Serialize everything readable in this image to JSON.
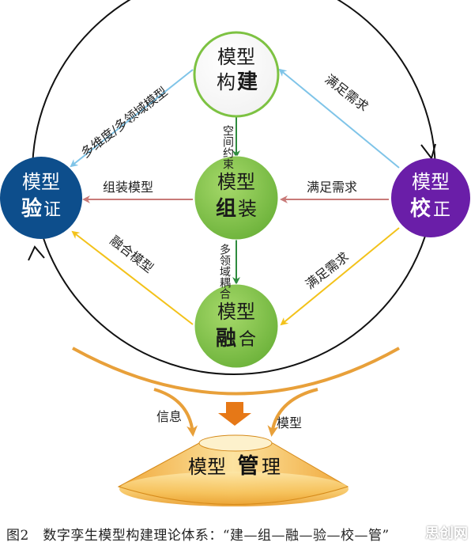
{
  "nodes": {
    "build": {
      "line1": "模型",
      "line2a": "构",
      "line2b": "建"
    },
    "assemble": {
      "line1": "模型",
      "line2a": "组",
      "line2b": "装"
    },
    "fuse": {
      "line1": "模型",
      "line2a": "融",
      "line2b": "合"
    },
    "verify": {
      "line1": "模型",
      "line2a": "验",
      "line2b": "证"
    },
    "calibrate": {
      "line1": "模型",
      "line2a": "校",
      "line2b": "正"
    },
    "manage": {
      "part1": "模型",
      "part2": "管",
      "part3": "理"
    }
  },
  "edges": {
    "build_to_verify": "多维度/多领域模型",
    "calibrate_to_build": "满足需求",
    "assemble_to_verify": "组装模型",
    "calibrate_to_assemble": "满足需求",
    "fuse_to_verify": "融合模型",
    "calibrate_to_fuse": "满足需求",
    "build_to_assemble": "空间约束",
    "assemble_to_fuse": "多领域耦合",
    "info": "信息",
    "model": "模型"
  },
  "caption": "图2　数字孪生模型构建理论体系：“建—组—融—验—校—管”",
  "watermark": "思创网",
  "colors": {
    "green": "#7dc242",
    "blue_node": "#0d4e8c",
    "purple_node": "#6a1ea8",
    "blue_arrow": "#7fc4e8",
    "red_arrow": "#c87a78",
    "yellow_arrow": "#f3c21a",
    "orange_arrow": "#e8a03a"
  }
}
